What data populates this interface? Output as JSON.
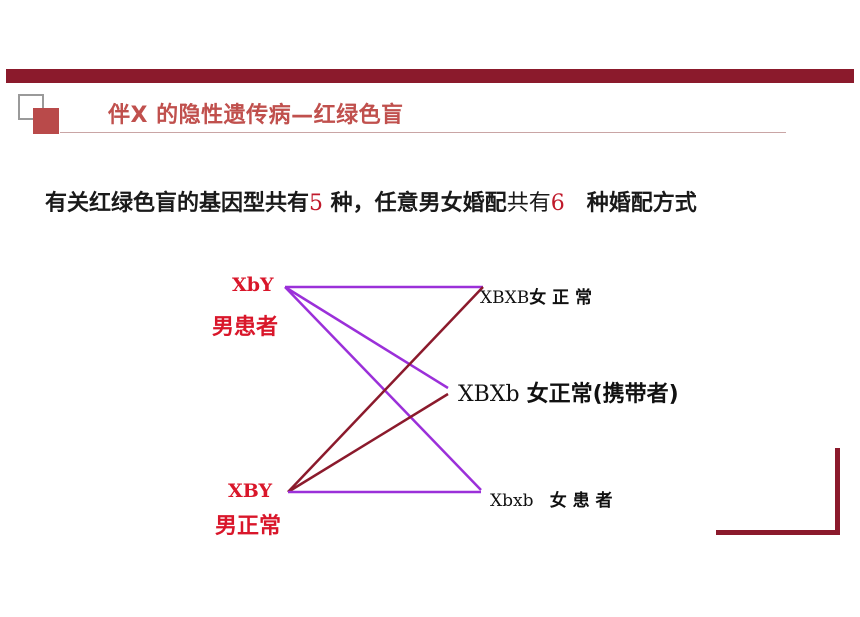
{
  "title": "伴X 的隐性遗传病—红绿色盲",
  "paragraph": {
    "part1": "有关红绿色盲的基因型共有",
    "num1": "5",
    "part2": " 种，任意男女婚配",
    "part3": "共有",
    "num2": "6",
    "part4": "　种婚配方式"
  },
  "diagram": {
    "male_affected": {
      "genotype": "XbY",
      "phenotype": "男患者"
    },
    "male_normal": {
      "genotype": "XBY",
      "phenotype": "男正常"
    },
    "female_normal": {
      "genotype": "XBXB",
      "phenotype": "女 正 常"
    },
    "female_carrier": {
      "genotype": "XBXb",
      "phenotype": "女正常(携带者)"
    },
    "female_affected": {
      "genotype": "Xbxb",
      "phenotype": "女 患 者"
    }
  },
  "colors": {
    "accent": "#8b1a2c",
    "title": "#c0504d",
    "red_label": "#d9162a",
    "purple_line": "#9b30d9",
    "maroon_line": "#8b1a2c"
  }
}
